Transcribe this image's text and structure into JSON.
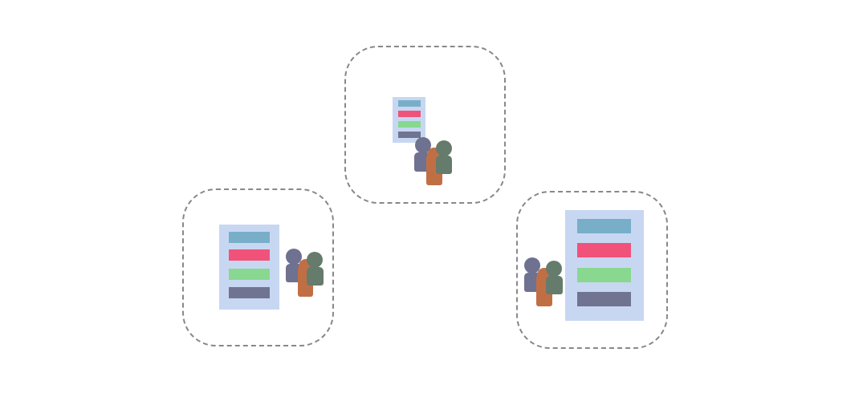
{
  "colors": {
    "border": "#888888",
    "document": "#c7d7f2",
    "bar_blue": "#78aec8",
    "bar_pink": "#f0527a",
    "bar_green": "#88d890",
    "bar_slate": "#707490",
    "person_purple": "#6e7190",
    "person_orange": "#c06f45",
    "person_green": "#657b6c"
  },
  "groups": [
    {
      "id": "top"
    },
    {
      "id": "left"
    },
    {
      "id": "right"
    }
  ]
}
